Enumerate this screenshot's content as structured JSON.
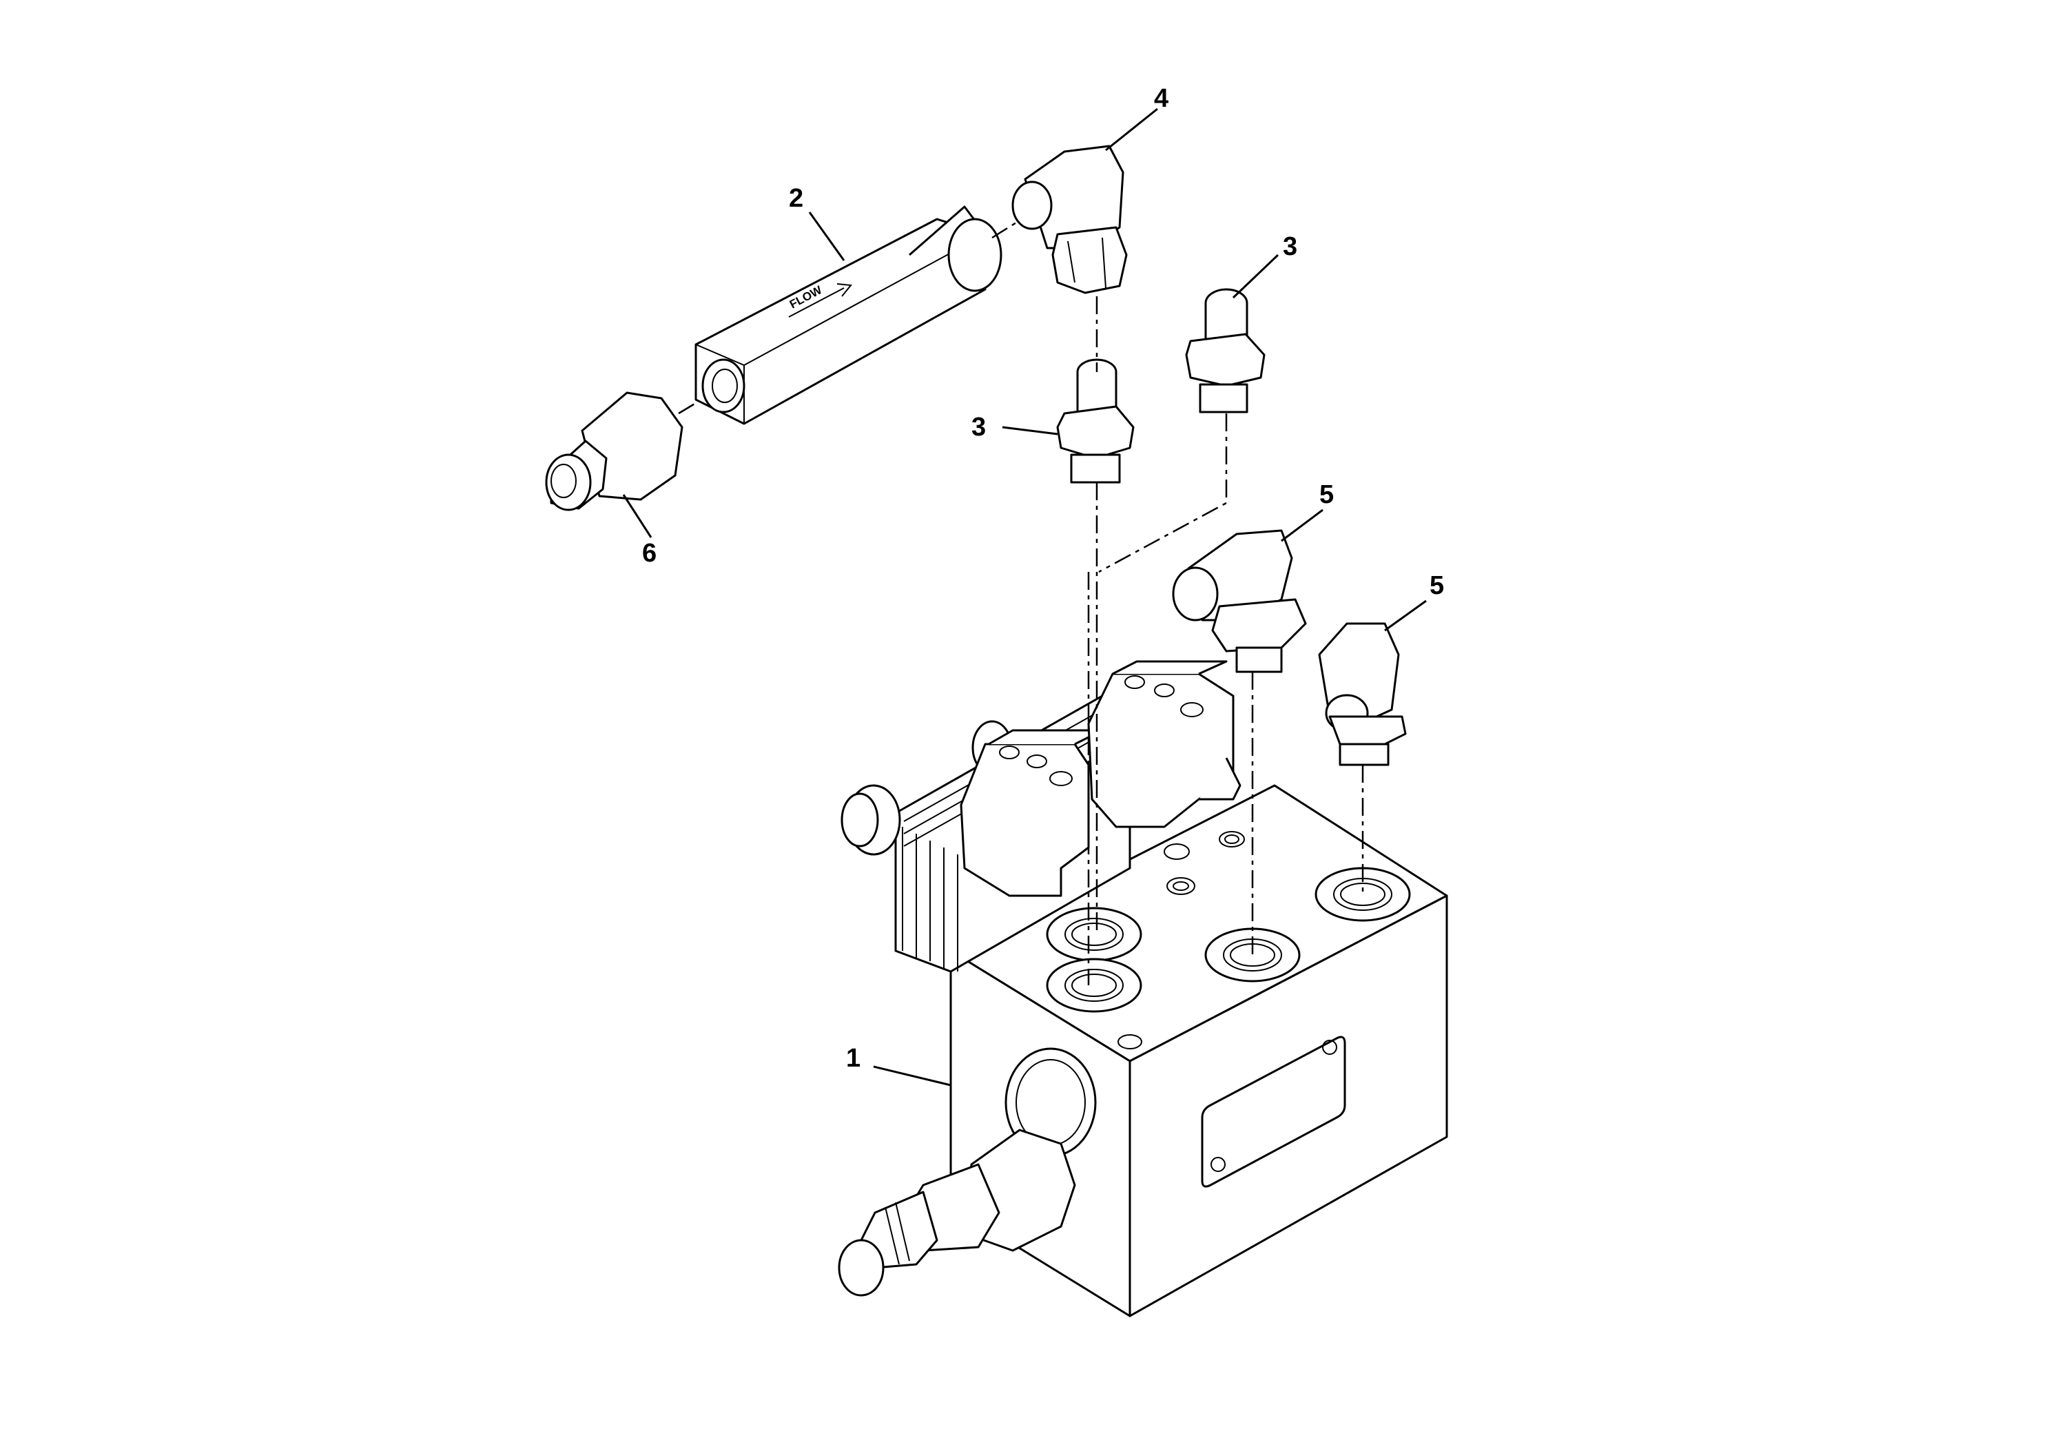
{
  "diagram": {
    "callouts": [
      {
        "id": "c1",
        "label": "1"
      },
      {
        "id": "c2",
        "label": "2"
      },
      {
        "id": "c3a",
        "label": "3"
      },
      {
        "id": "c3b",
        "label": "3"
      },
      {
        "id": "c4",
        "label": "4"
      },
      {
        "id": "c5a",
        "label": "5"
      },
      {
        "id": "c5b",
        "label": "5"
      },
      {
        "id": "c6",
        "label": "6"
      }
    ],
    "flow_marking": "FLOW"
  }
}
